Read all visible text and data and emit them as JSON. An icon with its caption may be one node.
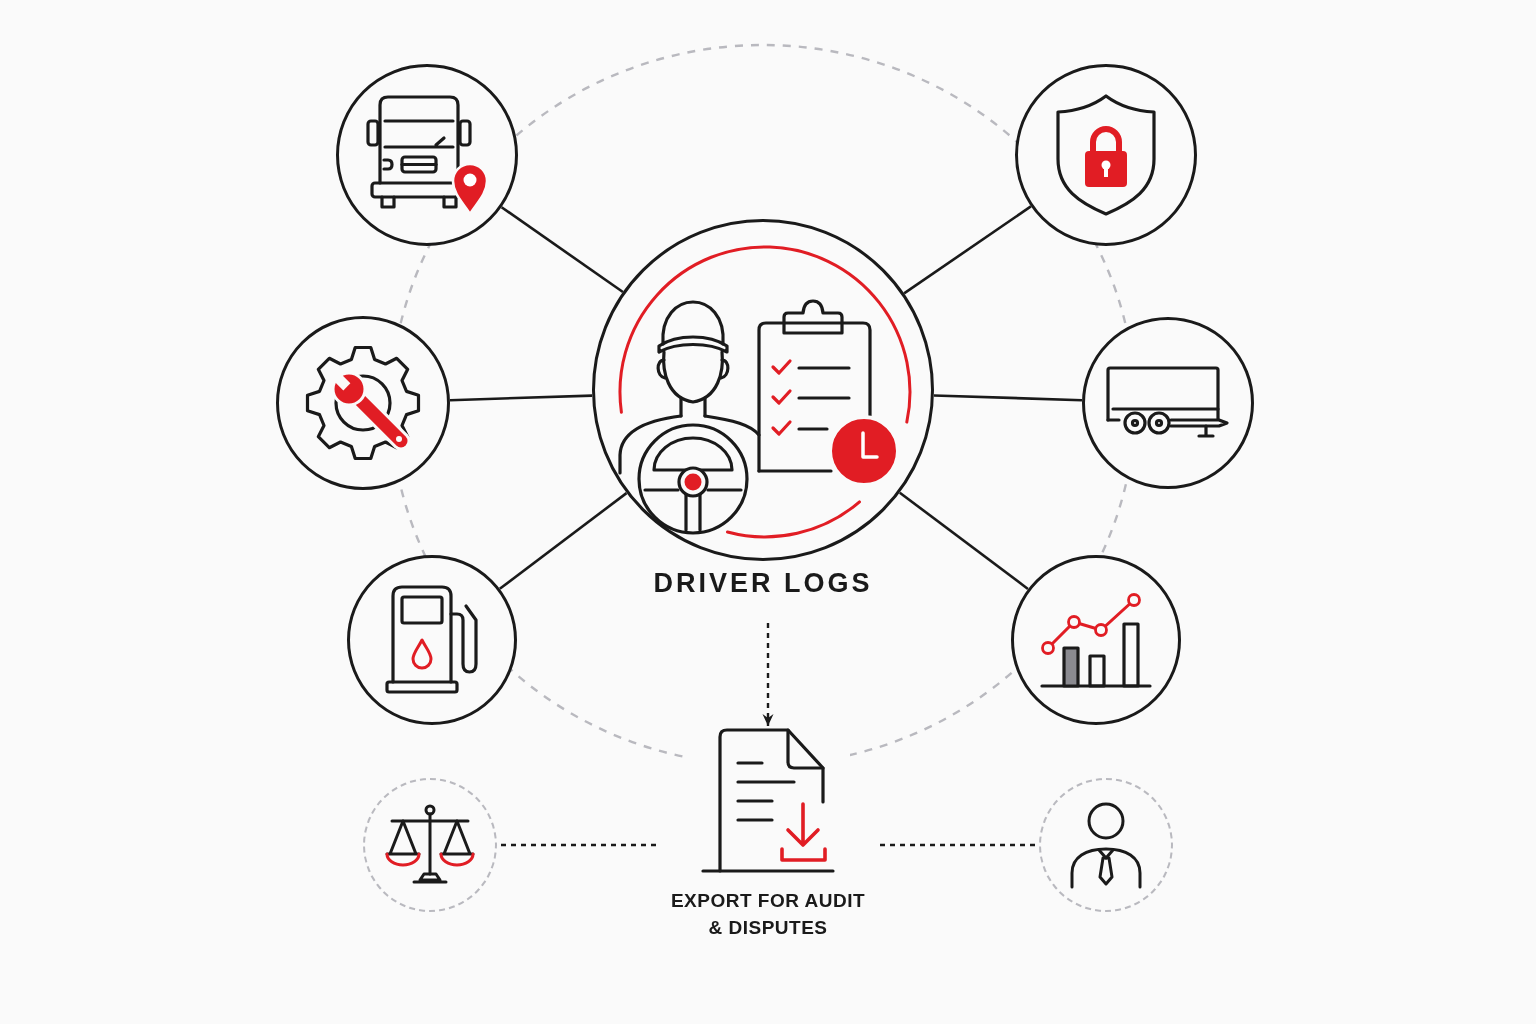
{
  "diagram": {
    "nodes": [
      {
        "text": [
          "DRIVER LOGS"
        ]
      },
      {
        "text": [],
        "shape": "circle"
      },
      {
        "text": [],
        "shape": "circle"
      },
      {
        "text": [],
        "shape": "circle"
      },
      {
        "text": [],
        "shape": "circle"
      },
      {
        "text": [],
        "shape": "circle"
      },
      {
        "text": [],
        "shape": "circle"
      },
      {
        "text": [
          "EXPORT FOR AUDIT & DISPUTES"
        ]
      },
      {
        "text": [],
        "shape": "circle"
      },
      {
        "text": [],
        "shape": "circle"
      }
    ],
    "edges": [
      {
        "from": 0,
        "to": 1,
        "arrow": "none"
      },
      {
        "from": 0,
        "to": 2,
        "arrow": "none"
      },
      {
        "from": 0,
        "to": 3,
        "arrow": "none"
      },
      {
        "from": 0,
        "to": 4,
        "arrow": "none"
      },
      {
        "from": 0,
        "to": 5,
        "arrow": "none"
      },
      {
        "from": 0,
        "to": 6,
        "arrow": "none"
      },
      {
        "from": 0,
        "to": 7,
        "arrow": "to",
        "style": "dashed"
      },
      {
        "from": 7,
        "to": 8,
        "arrow": "none",
        "style": "dashed"
      },
      {
        "from": 7,
        "to": 9,
        "arrow": "none",
        "style": "dashed"
      }
    ]
  }
}
